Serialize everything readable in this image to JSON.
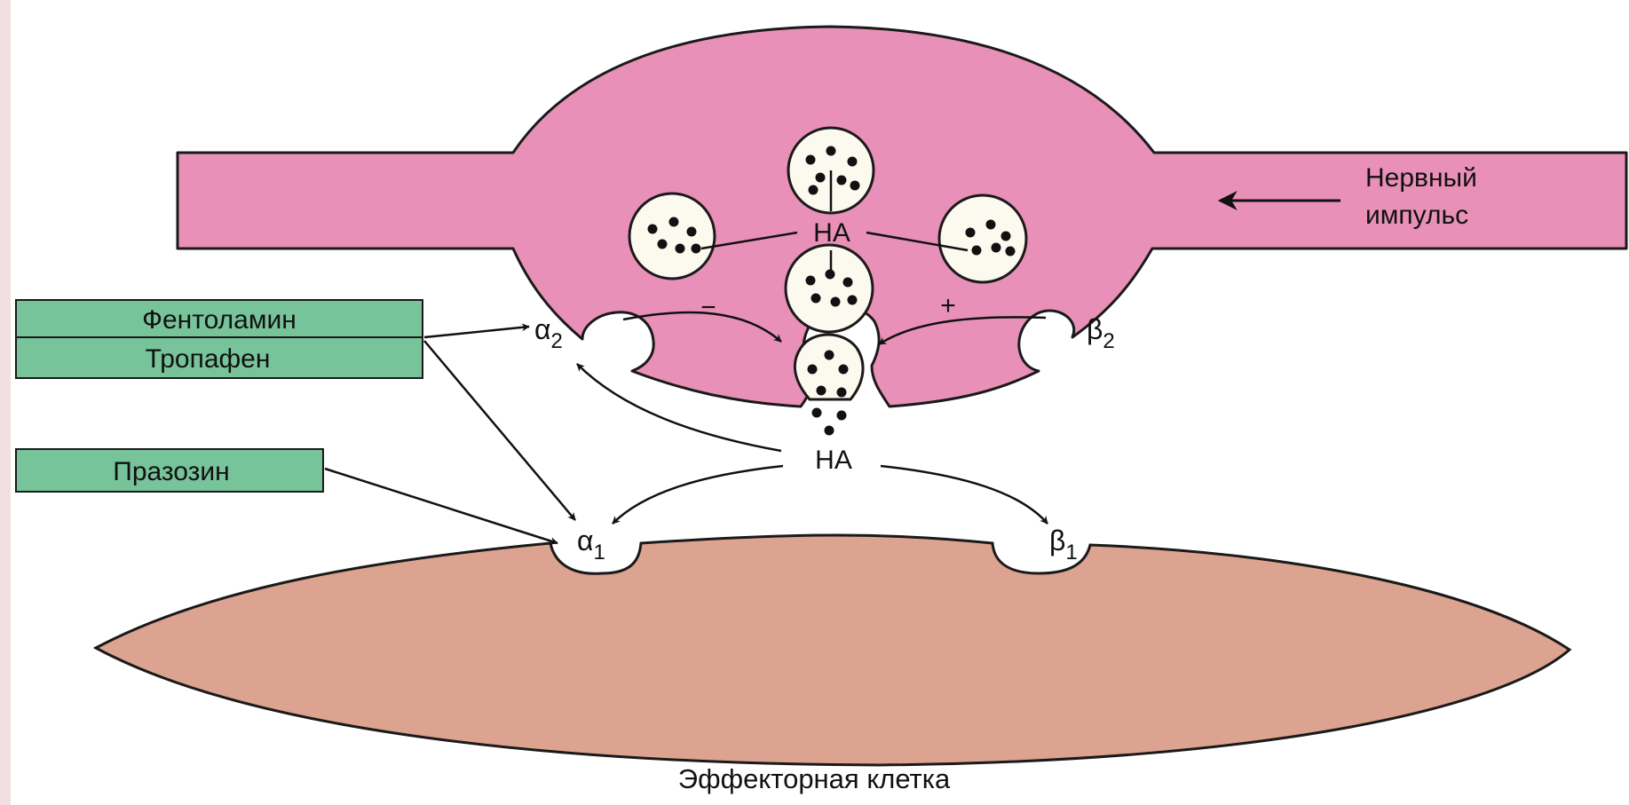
{
  "colors": {
    "neuron": "#e990b8",
    "effector_cell": "#dba390",
    "drug_box": "#77c39a",
    "vesicle": "#fcf9ef",
    "outline": "#1a1a1a"
  },
  "drugs": [
    {
      "label": "Фентоламин"
    },
    {
      "label": "Тропафен"
    },
    {
      "label": "Празозин"
    }
  ],
  "neuron": {
    "impulse_line1": "Нервный",
    "impulse_line2": "импульс",
    "ha_vesicles": "НА",
    "ha_released": "НА",
    "sign_minus": "−",
    "sign_plus": "+"
  },
  "receptors": {
    "alpha2": {
      "main": "α",
      "sub": "2"
    },
    "beta2": {
      "main": "β",
      "sub": "2"
    },
    "alpha1": {
      "main": "α",
      "sub": "1"
    },
    "beta1": {
      "main": "β",
      "sub": "1"
    }
  },
  "effector": {
    "label": "Эффекторная клетка"
  }
}
